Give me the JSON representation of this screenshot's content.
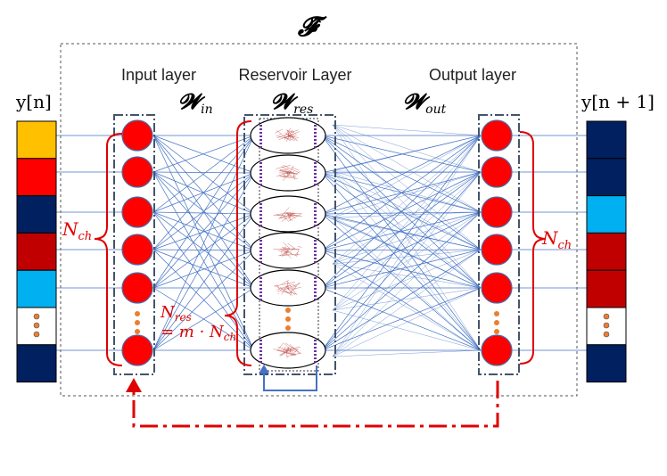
{
  "title": "𝓕̂",
  "layers": {
    "input": "Input layer",
    "reservoir": "Reservoir Layer",
    "output": "Output layer"
  },
  "weights": {
    "w_in": {
      "sym": "𝓦",
      "sub": "in"
    },
    "w_res": {
      "sym": "𝓦",
      "sub": "res"
    },
    "w_out": {
      "sym": "𝓦",
      "sub": "out"
    }
  },
  "signals": {
    "input": {
      "main": "y[n]"
    },
    "output": {
      "main": "y[n + 1]"
    }
  },
  "n_ch": {
    "sym": "N",
    "sub": "ch"
  },
  "n_res": {
    "line1_sym": "N",
    "line1_sub": "res",
    "line2": "= m · N",
    "line2_sub": "ch"
  },
  "input_vector_colors": [
    "#ffc000",
    "#ff0000",
    "#002060",
    "#c00000",
    "#00b0f0",
    "dots",
    "#002060"
  ],
  "output_vector_colors": [
    "#002060",
    "#002060",
    "#00b0f0",
    "#c00000",
    "#c00000",
    "dots",
    "#002060"
  ],
  "colors": {
    "neuron": "#ff0000",
    "connection": "#4472c4",
    "annotation": "#e00000",
    "ellipsis": "#ed7d31"
  }
}
